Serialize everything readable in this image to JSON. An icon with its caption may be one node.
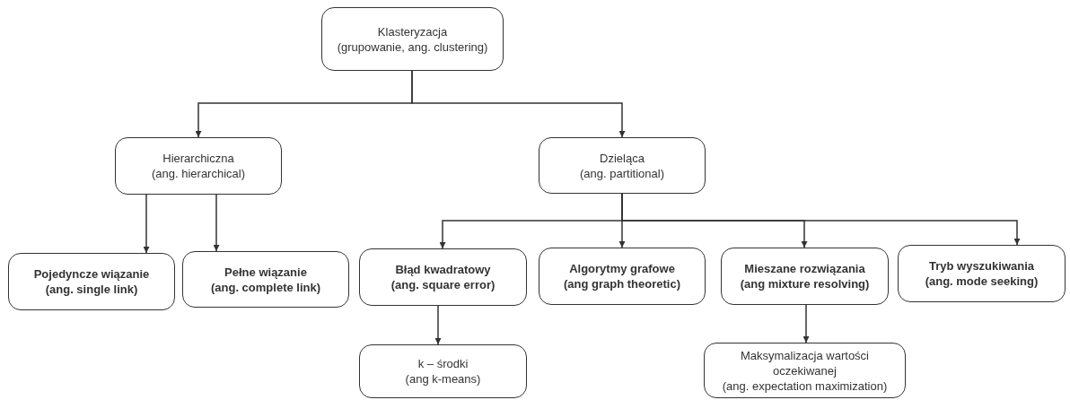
{
  "diagram": {
    "nodes": [
      {
        "text": [
          "Klasteryzacja",
          "(grupowanie, ang. clustering)"
        ]
      },
      {
        "text": [
          "Hierarchiczna",
          "(ang. hierarchical)"
        ]
      },
      {
        "text": [
          "Dzieląca",
          "(ang. partitional)"
        ]
      },
      {
        "text": [
          "Pojedyncze wiązanie",
          "(ang. single link)"
        ]
      },
      {
        "text": [
          "Pełne wiązanie",
          "(ang. complete link)"
        ]
      },
      {
        "text": [
          "Błąd kwadratowy",
          "(ang. square error)"
        ]
      },
      {
        "text": [
          "Algorytmy grafowe",
          "(ang graph theoretic)"
        ]
      },
      {
        "text": [
          "Mieszane rozwiązania",
          "(ang mixture resolving)"
        ]
      },
      {
        "text": [
          "Tryb wyszukiwania",
          "(ang. mode seeking)"
        ]
      },
      {
        "text": [
          "k – środki",
          "(ang k-means)"
        ]
      },
      {
        "text": [
          "Maksymalizacja wartości oczekiwanej",
          "(ang. expectation maximization)"
        ]
      }
    ],
    "edges": [
      {
        "from": 0,
        "to": 1,
        "arrow": "to"
      },
      {
        "from": 0,
        "to": 2,
        "arrow": "to"
      },
      {
        "from": 1,
        "to": 3,
        "arrow": "to"
      },
      {
        "from": 1,
        "to": 4,
        "arrow": "to"
      },
      {
        "from": 2,
        "to": 5,
        "arrow": "to"
      },
      {
        "from": 2,
        "to": 6,
        "arrow": "to"
      },
      {
        "from": 2,
        "to": 7,
        "arrow": "to"
      },
      {
        "from": 2,
        "to": 8,
        "arrow": "to"
      },
      {
        "from": 5,
        "to": 9,
        "arrow": "to"
      },
      {
        "from": 7,
        "to": 10,
        "arrow": "to"
      }
    ]
  }
}
